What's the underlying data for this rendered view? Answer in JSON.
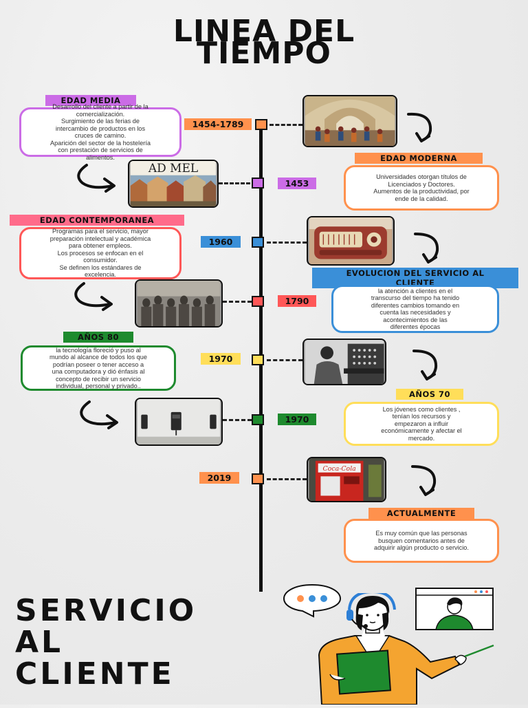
{
  "header": {
    "line1": "LINEA DEL",
    "line2": "TIEMPO"
  },
  "colors": {
    "orange": "#ff914d",
    "purple": "#cb6ce6",
    "blue": "#1e7dc7",
    "red": "#ff5757",
    "yellow": "#ffde59",
    "green": "#1e8a2e",
    "pink": "#ff6b8a",
    "lightblue": "#3a8fd8"
  },
  "events": [
    {
      "year": "1454-1789",
      "label": "EDAD MEDIA",
      "text": "Desarrollo del cliente a partir de la\ncomercialización.\nSurgimiento de las ferias de\nintercambio de productos en los\ncruces de camino.\nAparición del sector de la hostelería\ncon prestación de servicios de\nalimentos."
    },
    {
      "year": "1453",
      "label": "EDAD MODERNA",
      "text": "Universidades otorgan títulos de\nLicenciados y Doctores.\nAumentos de la productividad, por\nende de la calidad."
    },
    {
      "year": "1960",
      "label": "EDAD CONTEMPORANEA",
      "text": "Programas para el servicio, mayor\npreparación intelectual y académica\npara obtener empleos.\nLos procesos se enfocan en el\nconsumidor.\nSe definen los estándares de\nexcelencia."
    },
    {
      "year": "1790",
      "label": "EVOLUCION DEL SERVICIO AL\nCLIENTE",
      "text": "la atención a clientes en el\ntranscurso del tiempo ha tenido\ndiferentes cambios tomando en\ncuenta las necesidades y\nacontecimientos de las\ndiferentes épocas"
    },
    {
      "year": "1970",
      "label": "AÑOS 80",
      "text": "la tecnología floreció y puso al\nmundo al alcance de todos los que\npodrían poseer o tener acceso a\nuna computadora y dió énfasis al\nconcepto de recibir un servicio\nindividual, personal y privado.."
    },
    {
      "year": "1970",
      "label": "AÑOS 70",
      "text": "Los jóvenes como clientes ,\ntenían los recursos y\nempezaron a influir\neconómicamente y afectar el\nmercado."
    },
    {
      "year": "2019",
      "label": "ACTUALMENTE",
      "text": "Es muy común que las personas\nbusquen comentarios antes de\nadquirir algún producto o servicio."
    }
  ],
  "image_texts": {
    "medieval_sign": "AD MEL",
    "cola_sign": "Coca-Cola"
  },
  "footer": {
    "line1": "SERVICIO",
    "line2": "AL",
    "line3": "CLIENTE"
  },
  "icons": [
    "chat-bubble-icon",
    "video-call-icon",
    "curved-arrow-icon"
  ]
}
